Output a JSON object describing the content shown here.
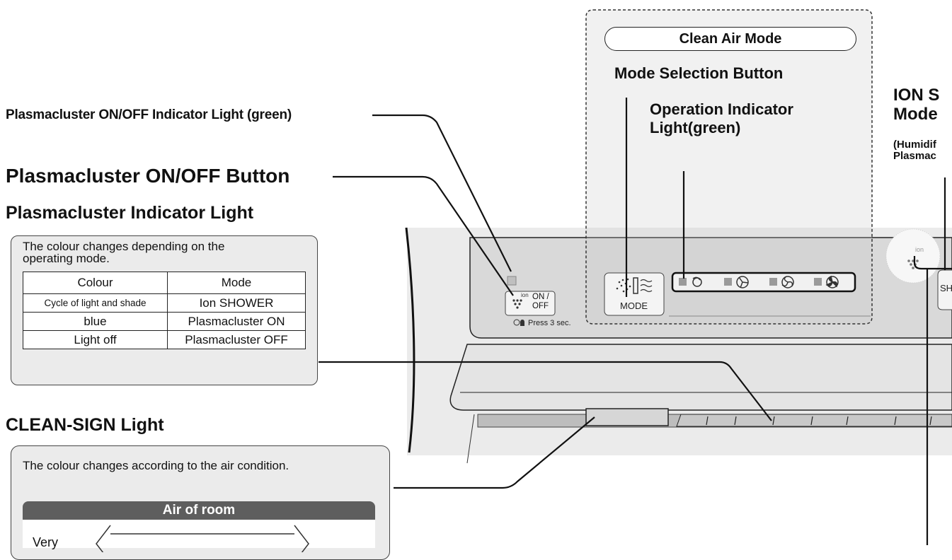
{
  "labels": {
    "ind_light": "Plasmacluster ON/OFF Indicator Light (green)",
    "onoff_button": "Plasmacluster ON/OFF Button",
    "pc_indicator": "Plasmacluster Indicator Light",
    "clean_sign": "CLEAN-SIGN Light",
    "mode_selection": "Mode Selection Button",
    "operation_indicator_1": "Operation Indicator",
    "operation_indicator_2": "Light(green)",
    "ion_shower_1": "ION S",
    "ion_shower_2": "Mode",
    "ion_note_1": "(Humidif",
    "ion_note_2": "Plasmac"
  },
  "clean_air_box": {
    "title": "Clean Air Mode"
  },
  "pc_indicator_box": {
    "intro": "The colour changes depending on the operating mode.",
    "headers": [
      "Colour",
      "Mode"
    ],
    "rows": [
      [
        "Cycle of light and shade",
        "Ion SHOWER"
      ],
      [
        "blue",
        "Plasmacluster ON"
      ],
      [
        "Light off",
        "Plasmacluster OFF"
      ]
    ]
  },
  "clean_sign_box": {
    "intro": "The colour changes according to the air condition.",
    "header": "Air of room",
    "scale_left": "Very"
  },
  "panel": {
    "onoff_button_line1": "ON /",
    "onoff_button_line2": "OFF",
    "press_hint": "Press 3 sec.",
    "mode_button_label": "MODE",
    "ion_button_partial": "SH",
    "ion_icon_text": "ion"
  },
  "icons": [
    "fan-swirl-icon",
    "fan-low-icon",
    "fan-mid-icon",
    "fan-high-icon",
    "grape-cluster-icon",
    "mist-icon",
    "bulb-icon"
  ]
}
